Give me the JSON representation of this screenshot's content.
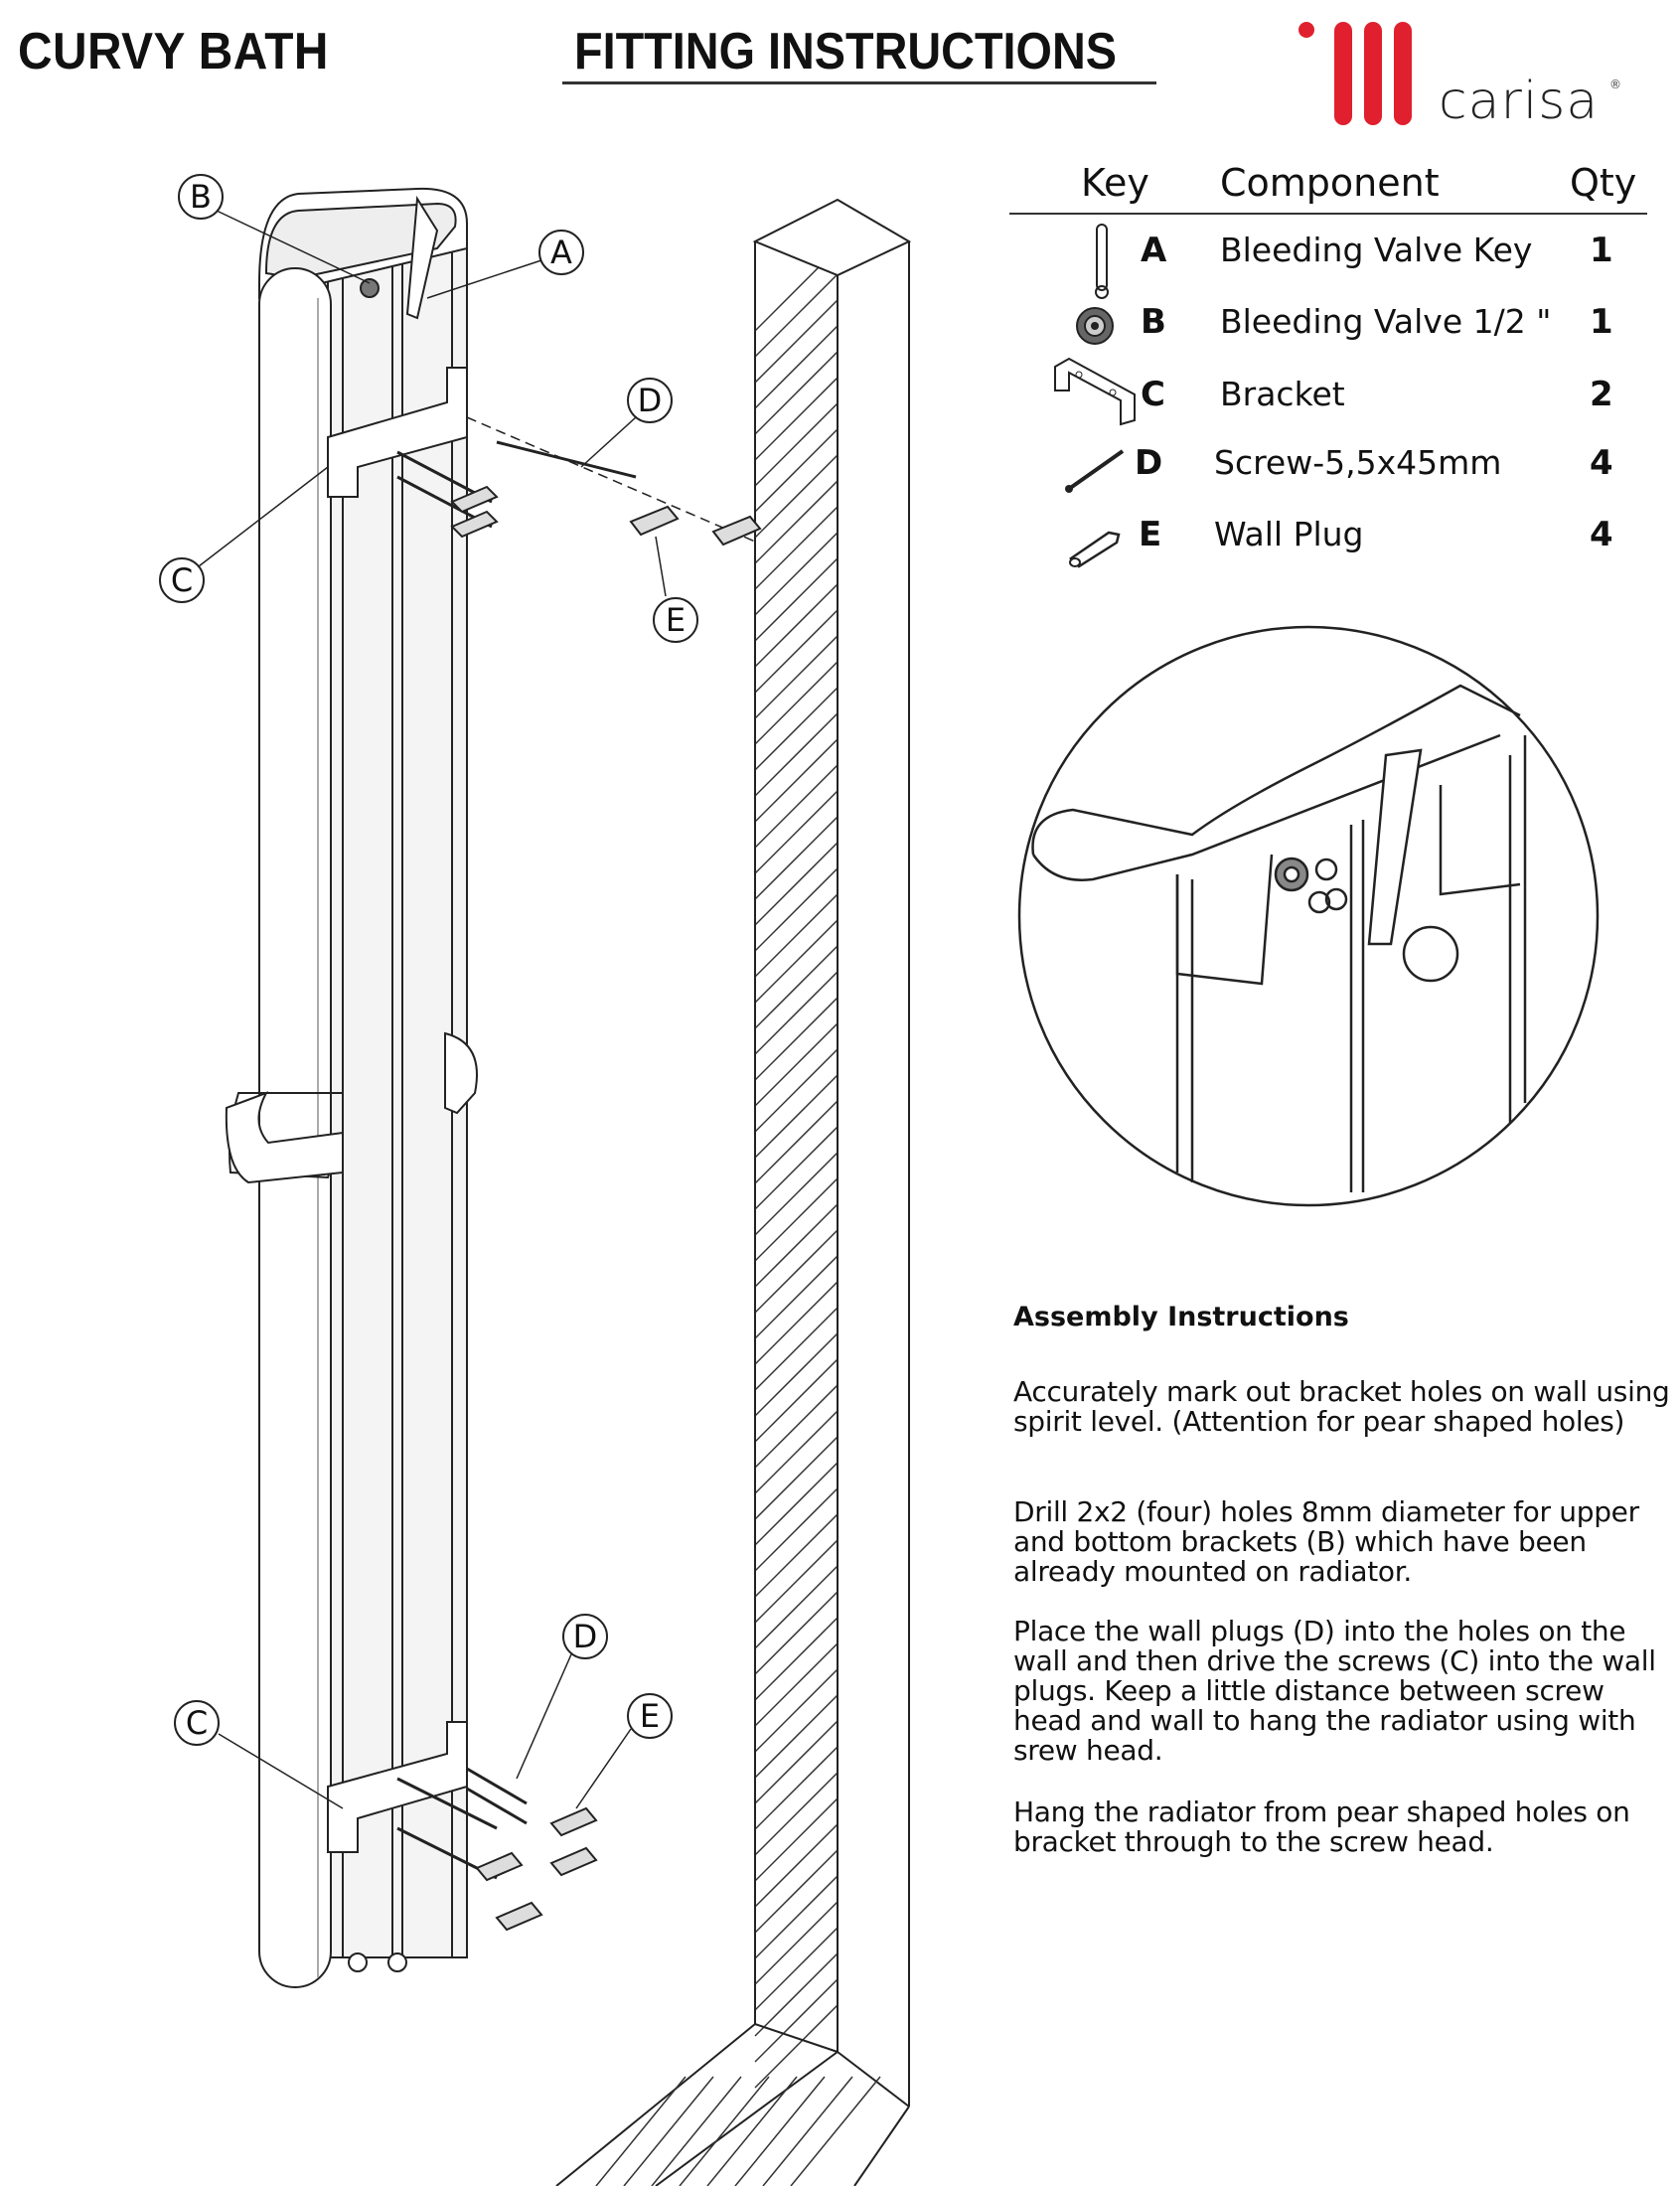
{
  "header": {
    "product": "CURVY BATH",
    "title": "FITTING INSTRUCTIONS",
    "brand": "carisa",
    "brand_mark": "®",
    "brand_color": "#e0202e"
  },
  "key_table": {
    "headers": {
      "key": "Key",
      "component": "Component",
      "qty": "Qty"
    },
    "rows": [
      {
        "key": "A",
        "component": "Bleeding Valve Key",
        "qty": "1",
        "icon": "valve-key-icon"
      },
      {
        "key": "B",
        "component": "Bleeding Valve 1/2 \"",
        "qty": "1",
        "icon": "valve-icon"
      },
      {
        "key": "C",
        "component": "Bracket",
        "qty": "2",
        "icon": "bracket-icon"
      },
      {
        "key": "D",
        "component": "Screw-5,5x45mm",
        "qty": "4",
        "icon": "screw-icon"
      },
      {
        "key": "E",
        "component": "Wall Plug",
        "qty": "4",
        "icon": "wall-plug-icon"
      }
    ]
  },
  "diagram_labels": {
    "top": [
      "B",
      "A",
      "D",
      "C",
      "E"
    ],
    "bottom": [
      "D",
      "E",
      "C"
    ]
  },
  "assembly": {
    "heading": "Assembly Instructions",
    "paragraphs": [
      "Accurately mark out bracket holes on wall using spirit level. (Attention for pear shaped holes)",
      "Drill 2x2 (four) holes 8mm diameter for upper and bottom brackets (B) which have been already mounted on radiator.",
      "Place the wall plugs (D) into the holes on the wall and then drive the screws (C) into the wall plugs. Keep a little distance between screw head and wall to hang the radiator using with srew head.",
      "Hang the radiator from pear shaped holes on bracket through to the screw head."
    ]
  }
}
